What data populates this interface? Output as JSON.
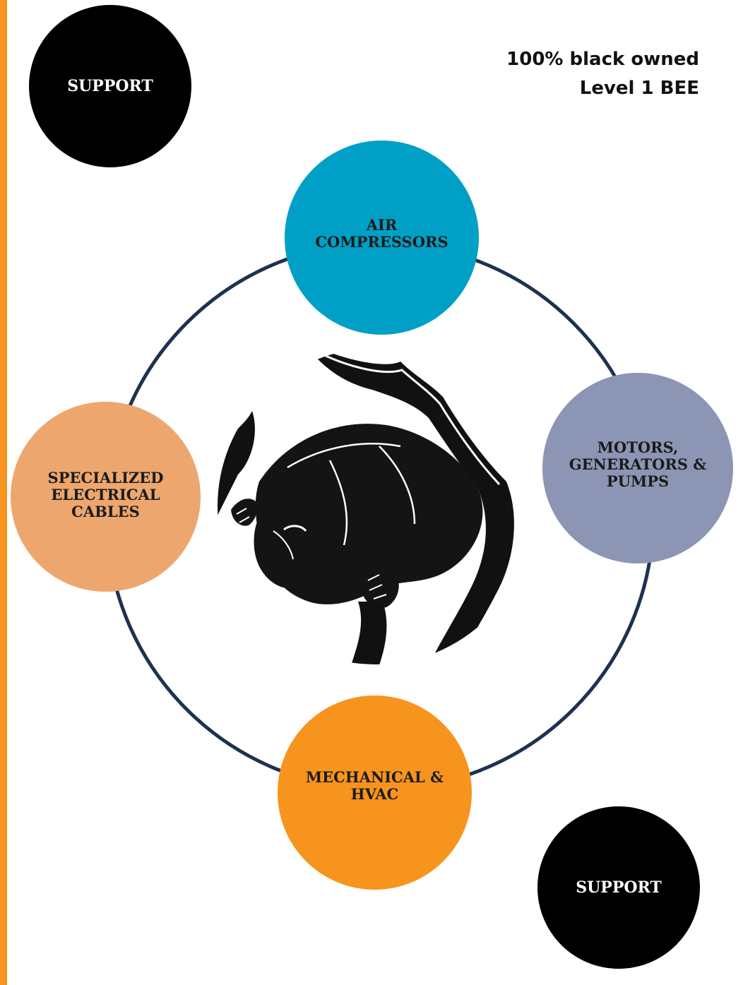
{
  "colors": {
    "accent_bar": "#F7931E",
    "ring": "#1F3150",
    "support": "#000000",
    "air_compressors": "#00A0C6",
    "motors": "#8C95B4",
    "cables": "#EDA76E",
    "mechanical": "#F7941D",
    "text_dark": "#1B1B1B",
    "text_light": "#FFFFFF"
  },
  "badges": {
    "line1": "100% black owned",
    "line2": "Level 1 BEE"
  },
  "support_top": {
    "label": "SUPPORT"
  },
  "support_bottom": {
    "label": "SUPPORT"
  },
  "nodes": {
    "air": {
      "label": "AIR\nCOMPRESSORS"
    },
    "motors": {
      "label": "MOTORS,\nGENERATORS &\nPUMPS"
    },
    "cables": {
      "label": "SPECIALIZED\nELECTRICAL\nCABLES"
    },
    "mechanical": {
      "label": "MECHANICAL &\nHVAC"
    }
  },
  "center_logo": {
    "icon": "mole-icon"
  }
}
